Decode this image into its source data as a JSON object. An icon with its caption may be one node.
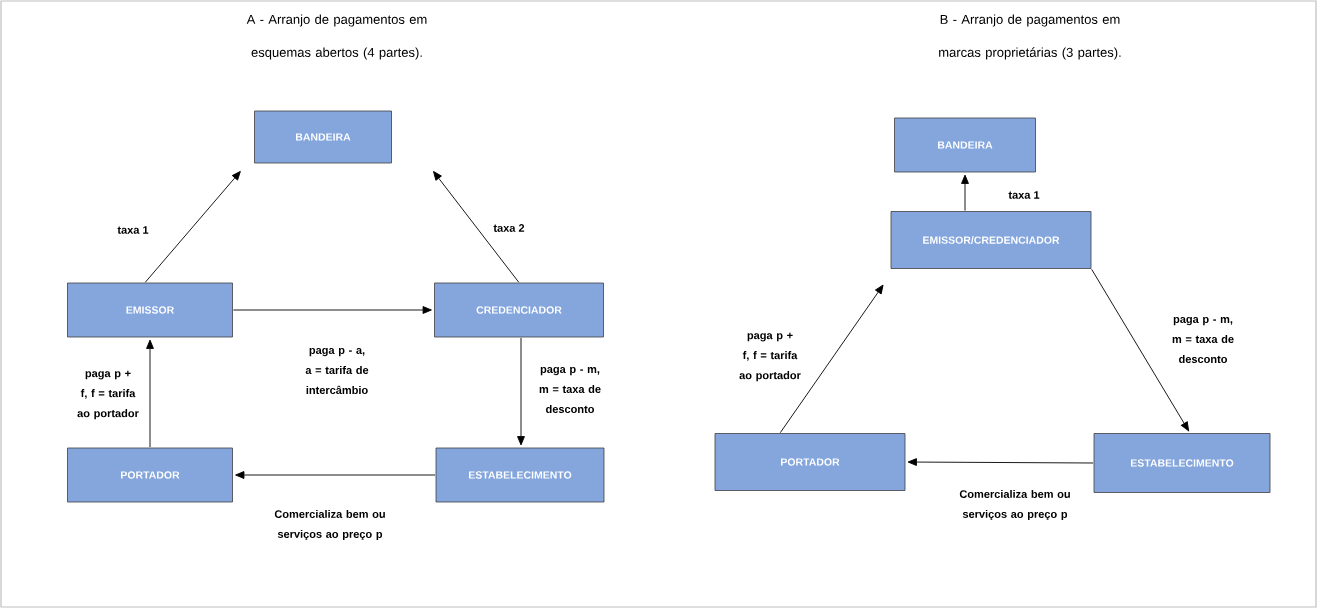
{
  "diagram": {
    "nodes": [
      {
        "text": [
          "BANDEIRA"
        ]
      },
      {
        "text": [
          "EMISSOR"
        ]
      },
      {
        "text": [
          "CREDENCIADOR"
        ]
      },
      {
        "text": [
          "PORTADOR"
        ]
      },
      {
        "text": [
          "ESTABELECIMENTO"
        ]
      },
      {
        "text": [
          "BANDEIRA"
        ]
      },
      {
        "text": [
          "EMISSOR/CREDENCIADOR"
        ]
      },
      {
        "text": [
          "PORTADOR"
        ]
      },
      {
        "text": [
          "ESTABELECIMENTO"
        ]
      }
    ],
    "edges": [
      {
        "from": 1,
        "to": 0,
        "arrow": "to",
        "label": "taxa 1"
      },
      {
        "from": 2,
        "to": 0,
        "arrow": "to",
        "label": "taxa 2"
      },
      {
        "from": 1,
        "to": 2,
        "arrow": "to",
        "label": "paga p - a, a = tarifa de intercâmbio"
      },
      {
        "from": 2,
        "to": 4,
        "arrow": "to",
        "label": "paga p - m, m = taxa de desconto"
      },
      {
        "from": 4,
        "to": 3,
        "arrow": "to",
        "label": "Comercializa bem ou serviços ao preço p"
      },
      {
        "from": 3,
        "to": 1,
        "arrow": "to",
        "label": "paga p + f, f = tarifa ao portador"
      },
      {
        "from": 6,
        "to": 5,
        "arrow": "to",
        "label": "taxa 1"
      },
      {
        "from": 7,
        "to": 6,
        "arrow": "to",
        "label": "paga p + f, f = tarifa ao portador"
      },
      {
        "from": 6,
        "to": 8,
        "arrow": "to",
        "label": "paga p - m, m = taxa de desconto"
      },
      {
        "from": 8,
        "to": 7,
        "arrow": "to",
        "label": "Comercializa bem ou serviços ao preço p"
      }
    ],
    "labels": [
      "A - Arranjo de pagamentos em esquemas abertos (4 partes).",
      "B - Arranjo de pagamentos em marcas proprietárias (3 partes)."
    ]
  }
}
